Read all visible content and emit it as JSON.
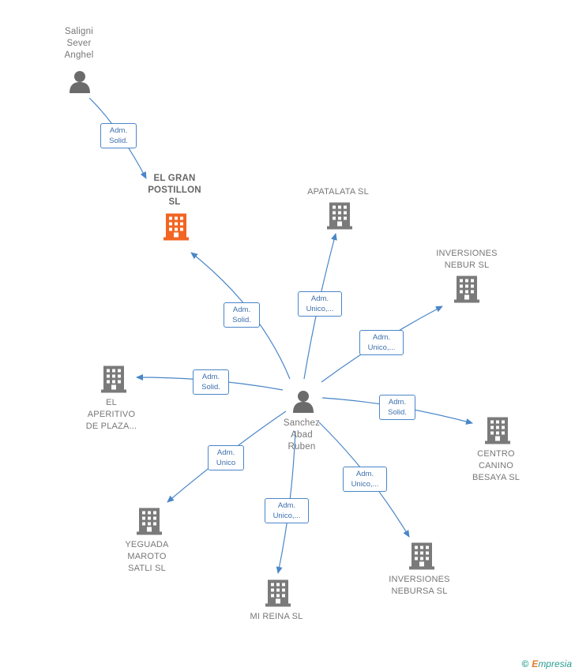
{
  "nodes": {
    "saligni": "Saligni\nSever\nAnghel",
    "el_gran_postillon": "EL GRAN\nPOSTILLON\nSL",
    "apatalata": "APATALATA  SL",
    "inversiones_nebur": "INVERSIONES\nNEBUR SL",
    "el_aperitivo": "EL\nAPERITIVO\nDE PLAZA...",
    "sanchez": "Sanchez\nAbad\nRuben",
    "centro_canino": "CENTRO\nCANINO\nBESAYA SL",
    "yeguada": "YEGUADA\nMAROTO\nSATLI SL",
    "mi_reina": "MI REINA  SL",
    "inversiones_nebursa": "INVERSIONES\nNEBURSA  SL"
  },
  "edges": {
    "saligni_postillon": "Adm.\nSolid.",
    "sanchez_postillon": "Adm.\nSolid.",
    "sanchez_apatalata": "Adm.\nUnico,...",
    "sanchez_nebur": "Adm.\nUnico,...",
    "sanchez_aperitivo": "Adm.\nSolid.",
    "sanchez_centro": "Adm.\nSolid.",
    "sanchez_yeguada": "Adm.\nUnico",
    "sanchez_mireina": "Adm.\nUnico,...",
    "sanchez_nebursa": "Adm.\nUnico,..."
  },
  "colors": {
    "edge": "#4a86c8",
    "building": "#7a7a7a",
    "focus_building": "#f26522",
    "person": "#6b6b6b"
  },
  "footer": {
    "copyright_symbol": "©",
    "brand_initial": "E",
    "brand_rest": "mpresia"
  }
}
